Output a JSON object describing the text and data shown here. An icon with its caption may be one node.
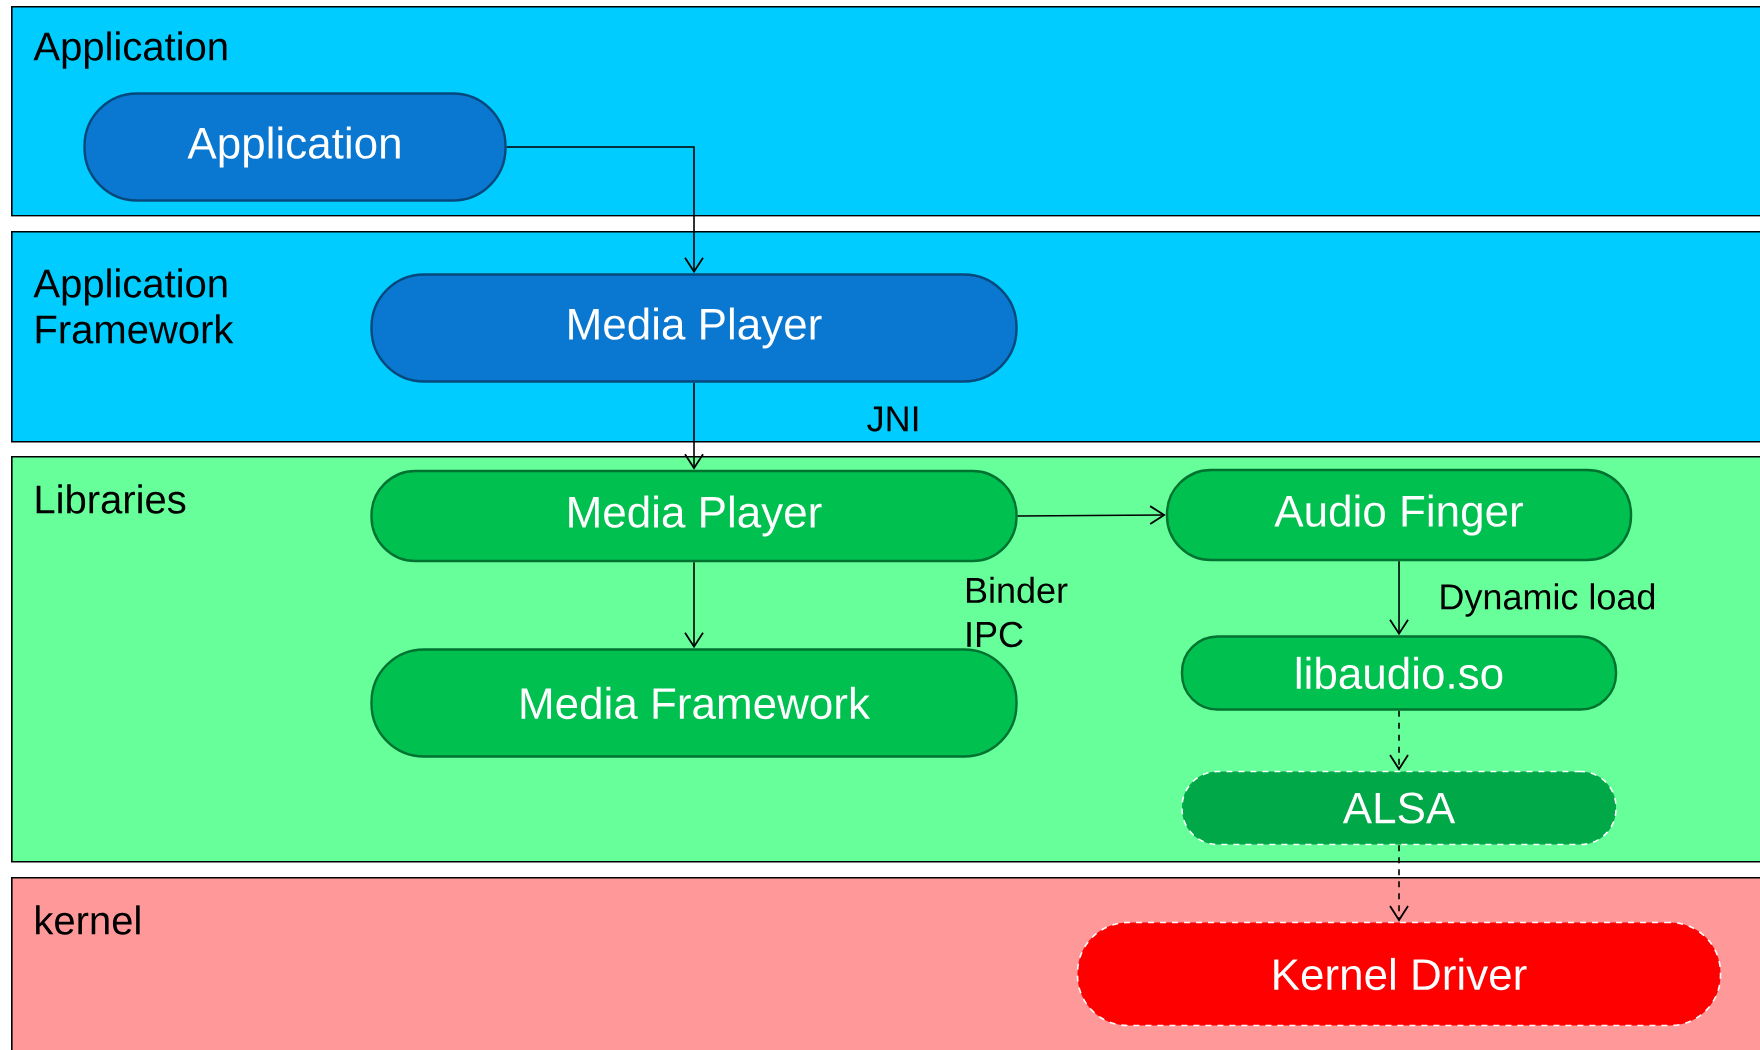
{
  "diagram": {
    "nodes": [
      {
        "text": [
          "Application"
        ]
      },
      {
        "text": [
          "Application"
        ],
        "in": 0
      },
      {
        "text": [
          "Application Framework"
        ]
      },
      {
        "text": [
          "Media Player"
        ],
        "in": 2
      },
      {
        "text": [
          "Libraries"
        ]
      },
      {
        "text": [
          "Media Player"
        ],
        "in": 4
      },
      {
        "text": [
          "Media Framework"
        ],
        "in": 4
      },
      {
        "text": [
          "Audio Finger"
        ],
        "in": 4
      },
      {
        "text": [
          "libaudio.so"
        ],
        "in": 4
      },
      {
        "text": [
          "ALSA"
        ],
        "in": 4
      },
      {
        "text": [
          "kernel"
        ]
      },
      {
        "text": [
          "Kernel Driver"
        ],
        "in": 10
      }
    ],
    "edges": [
      {
        "from": 1,
        "to": 3,
        "arrow": "to"
      },
      {
        "from": 3,
        "to": 5,
        "arrow": "to",
        "label": "JNI"
      },
      {
        "from": 5,
        "to": 6,
        "arrow": "to"
      },
      {
        "from": 5,
        "to": 7,
        "arrow": "to",
        "label": "Binder IPC"
      },
      {
        "from": 7,
        "to": 8,
        "arrow": "to",
        "label": "Dynamic  load"
      },
      {
        "from": 8,
        "to": 9,
        "arrow": "to",
        "style": "dashed"
      },
      {
        "from": 9,
        "to": 11,
        "arrow": "to",
        "style": "dashed"
      }
    ]
  }
}
